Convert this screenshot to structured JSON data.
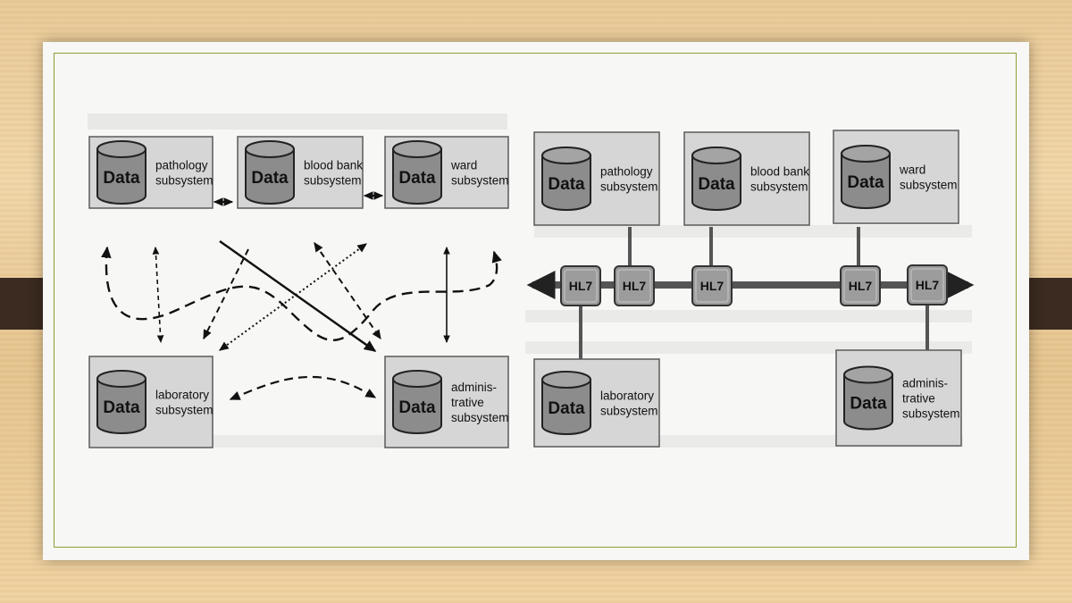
{
  "left_diagram": {
    "subsystems": [
      {
        "id": "pathology",
        "db": "Data",
        "lines": [
          "pathology",
          "subsystem"
        ]
      },
      {
        "id": "bloodbank",
        "db": "Data",
        "lines": [
          "blood bank",
          "subsystem"
        ]
      },
      {
        "id": "ward",
        "db": "Data",
        "lines": [
          "ward",
          "subsystem"
        ]
      },
      {
        "id": "laboratory",
        "db": "Data",
        "lines": [
          "laboratory",
          "subsystem"
        ]
      },
      {
        "id": "administrative",
        "db": "Data",
        "lines": [
          "adminis-",
          "trative",
          "subsystem"
        ]
      }
    ]
  },
  "right_diagram": {
    "subsystems": [
      {
        "id": "pathology",
        "db": "Data",
        "lines": [
          "pathology",
          "subsystem"
        ]
      },
      {
        "id": "bloodbank",
        "db": "Data",
        "lines": [
          "blood bank",
          "subsystem"
        ]
      },
      {
        "id": "ward",
        "db": "Data",
        "lines": [
          "ward",
          "subsystem"
        ]
      },
      {
        "id": "laboratory",
        "db": "Data",
        "lines": [
          "laboratory",
          "subsystem"
        ]
      },
      {
        "id": "administrative",
        "db": "Data",
        "lines": [
          "adminis-",
          "trative",
          "subsystem"
        ]
      }
    ],
    "interfaces": [
      "HL7",
      "HL7",
      "HL7",
      "HL7",
      "HL7"
    ]
  },
  "colors": {
    "box_fill": "#d6d6d6",
    "box_border": "#5a5a5a",
    "cylinder_fill": "#8c8c8c",
    "inner_border": "#8da03a",
    "tabs": "#3b2b20"
  }
}
